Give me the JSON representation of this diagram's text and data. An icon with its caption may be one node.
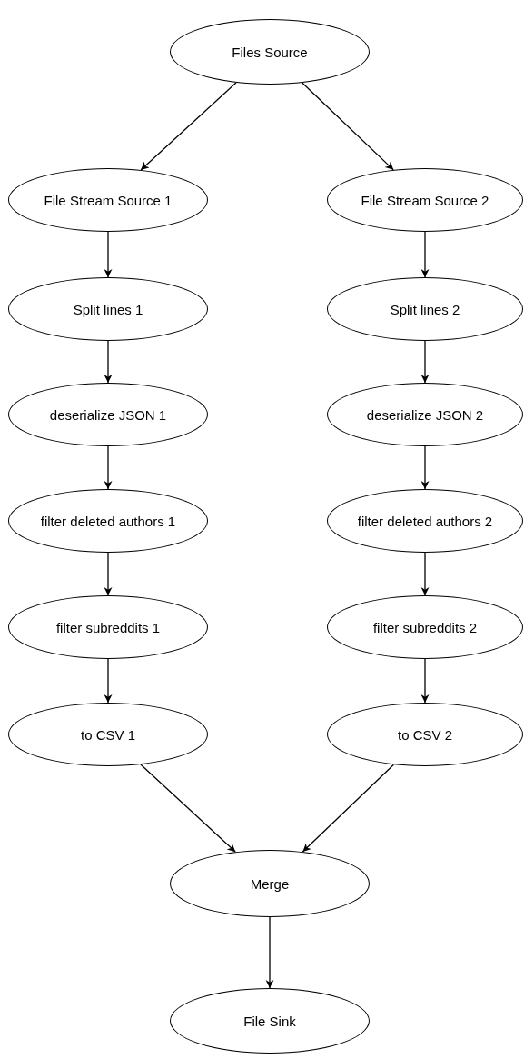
{
  "diagram": {
    "nodes": [
      {
        "text": [
          "Files Source"
        ]
      },
      {
        "text": [
          "File Stream Source 1"
        ]
      },
      {
        "text": [
          "Split lines 1"
        ]
      },
      {
        "text": [
          "deserialize JSON 1"
        ]
      },
      {
        "text": [
          "filter deleted authors 1"
        ]
      },
      {
        "text": [
          "filter subreddits 1"
        ]
      },
      {
        "text": [
          "to CSV 1"
        ]
      },
      {
        "text": [
          "File Stream Source 2"
        ]
      },
      {
        "text": [
          "Split lines 2"
        ]
      },
      {
        "text": [
          "deserialize JSON 2"
        ]
      },
      {
        "text": [
          "filter deleted authors 2"
        ]
      },
      {
        "text": [
          "filter subreddits 2"
        ]
      },
      {
        "text": [
          "to CSV 2"
        ]
      },
      {
        "text": [
          "Merge"
        ]
      },
      {
        "text": [
          "File Sink"
        ]
      }
    ],
    "edges": [
      {
        "from": 0,
        "to": 1,
        "arrow": "to"
      },
      {
        "from": 0,
        "to": 7,
        "arrow": "to"
      },
      {
        "from": 1,
        "to": 2,
        "arrow": "to"
      },
      {
        "from": 2,
        "to": 3,
        "arrow": "to"
      },
      {
        "from": 3,
        "to": 4,
        "arrow": "to"
      },
      {
        "from": 4,
        "to": 5,
        "arrow": "to"
      },
      {
        "from": 5,
        "to": 6,
        "arrow": "to"
      },
      {
        "from": 7,
        "to": 8,
        "arrow": "to"
      },
      {
        "from": 8,
        "to": 9,
        "arrow": "to"
      },
      {
        "from": 9,
        "to": 10,
        "arrow": "to"
      },
      {
        "from": 10,
        "to": 11,
        "arrow": "to"
      },
      {
        "from": 11,
        "to": 12,
        "arrow": "to"
      },
      {
        "from": 6,
        "to": 13,
        "arrow": "to"
      },
      {
        "from": 12,
        "to": 13,
        "arrow": "to"
      },
      {
        "from": 13,
        "to": 14,
        "arrow": "to"
      }
    ]
  }
}
